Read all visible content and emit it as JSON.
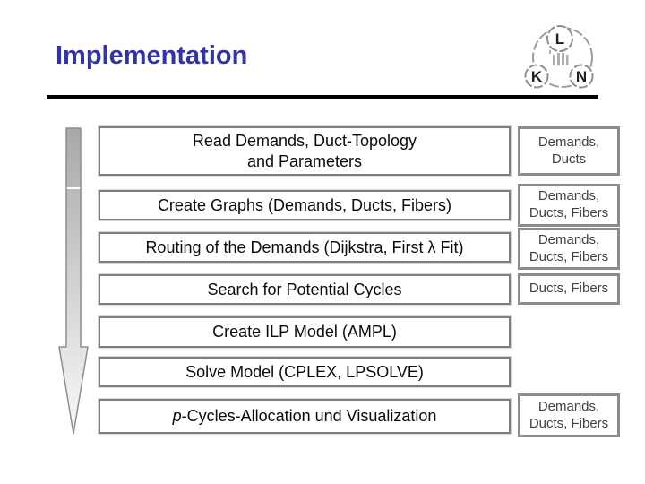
{
  "slide": {
    "title": "Implementation"
  },
  "colors": {
    "title_accent": "#3333a8",
    "divider": "#000000",
    "step_box_border": "#7f7f7f",
    "output_box_border": "#8c8c8c",
    "output_text": "#404040",
    "arrow_gray_top": "#a8a8a8",
    "arrow_gray_bottom": "#fafafa"
  },
  "logo": {
    "letters": [
      "L",
      "K",
      "N"
    ]
  },
  "flow": {
    "steps": [
      {
        "lines": [
          "Read Demands, Duct-Topology",
          "and Parameters"
        ]
      },
      {
        "lines": [
          "Create Graphs (Demands, Ducts, Fibers)"
        ]
      },
      {
        "lines": [
          "Routing of the Demands (Dijkstra, First λ Fit)"
        ]
      },
      {
        "lines": [
          "Search for Potential Cycles"
        ]
      },
      {
        "lines": [
          "Create ILP Model (AMPL)"
        ]
      },
      {
        "lines": [
          "Solve Model (CPLEX, LPSOLVE)"
        ]
      },
      {
        "italic_prefix": "p",
        "lines": [
          "-Cycles-Allocation und Visualization"
        ]
      }
    ],
    "outputs": [
      {
        "lines": [
          "Demands,",
          "Ducts"
        ]
      },
      {
        "lines": [
          "Demands,",
          "Ducts, Fibers"
        ]
      },
      {
        "lines": [
          "Demands,",
          "Ducts, Fibers"
        ]
      },
      {
        "lines": [
          "Ducts, Fibers"
        ]
      },
      {
        "lines": [
          "Demands,",
          "Ducts, Fibers"
        ]
      }
    ]
  }
}
